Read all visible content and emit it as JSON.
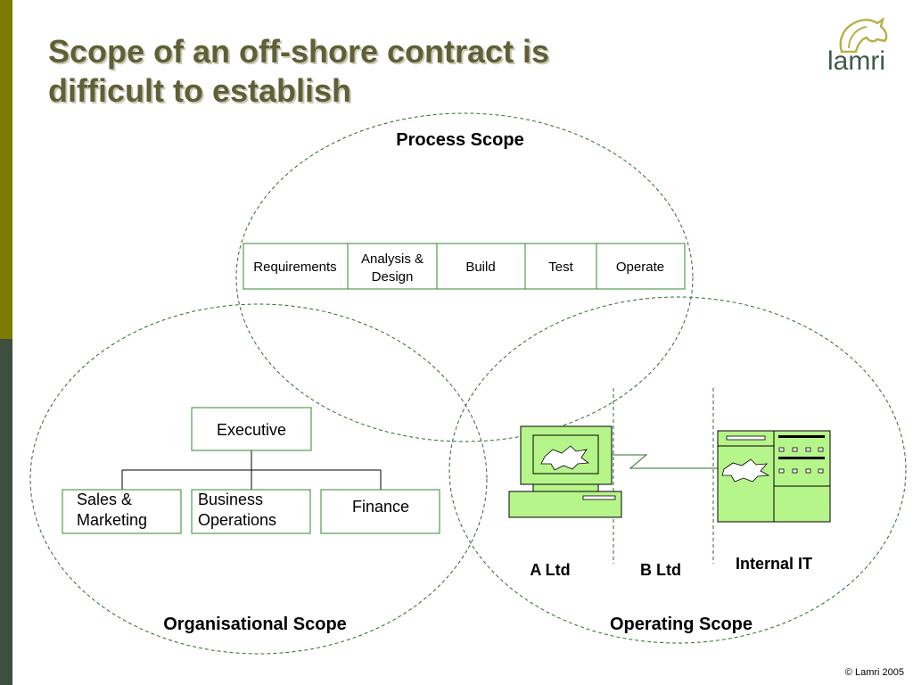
{
  "slide": {
    "title_line1": "Scope of an off-shore contract is",
    "title_line2": "difficult to establish",
    "logo_text": "lamri",
    "copyright": "© Lamri 2005"
  },
  "colors": {
    "title": "#5f5f38",
    "sidebar_top": "#7b7b00",
    "sidebar_bottom": "#3e4f40",
    "box_border": "#2e8b2e",
    "dashed": "#2e6b2e",
    "device_fill": "#b6f58a",
    "logo": "#3f5a4a"
  },
  "process_scope": {
    "label": "Process Scope",
    "stages": [
      "Requirements",
      "Analysis &",
      "Design",
      "Build",
      "Test",
      "Operate"
    ]
  },
  "organisational_scope": {
    "label": "Organisational Scope",
    "executive": "Executive",
    "sales_line1": "Sales &",
    "sales_line2": "Marketing",
    "business_line1": "Business",
    "business_line2": "Operations",
    "finance": "Finance"
  },
  "operating_scope": {
    "label": "Operating Scope",
    "a_ltd": "A Ltd",
    "b_ltd": "B Ltd",
    "internal_it": "Internal IT",
    "icons": [
      "desktop-computer-icon",
      "server-cabinet-icon"
    ]
  }
}
